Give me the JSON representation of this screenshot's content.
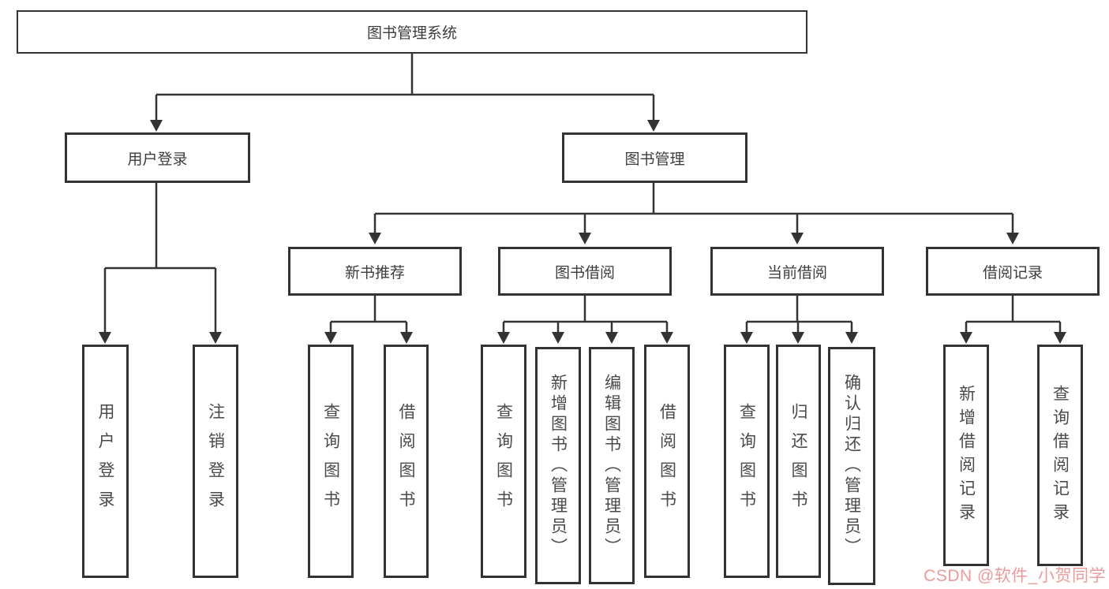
{
  "nodes": {
    "root": "图书管理系统",
    "user_login_branch": {
      "label": "用户登录",
      "children": [
        "用户登录",
        "注销登录"
      ]
    },
    "book_mgmt_branch": {
      "label": "图书管理",
      "groups": [
        {
          "label": "新书推荐",
          "children": [
            "查询图书",
            "借阅图书"
          ]
        },
        {
          "label": "图书借阅",
          "children": [
            "查询图书",
            "新增图书（管理员）",
            "编辑图书（管理员）",
            "借阅图书"
          ]
        },
        {
          "label": "当前借阅",
          "children": [
            "查询图书",
            "归还图书",
            "确认归还（管理员）"
          ]
        },
        {
          "label": "借阅记录",
          "children": [
            "新增借阅记录",
            "查询借阅记录"
          ]
        }
      ]
    }
  },
  "watermark": "CSDN @软件_小贺同学",
  "colors": {
    "line": "#333333",
    "box_border": "#333333",
    "text": "#3d3d3d",
    "watermark": "#ef9a9a",
    "background": "#ffffff"
  }
}
